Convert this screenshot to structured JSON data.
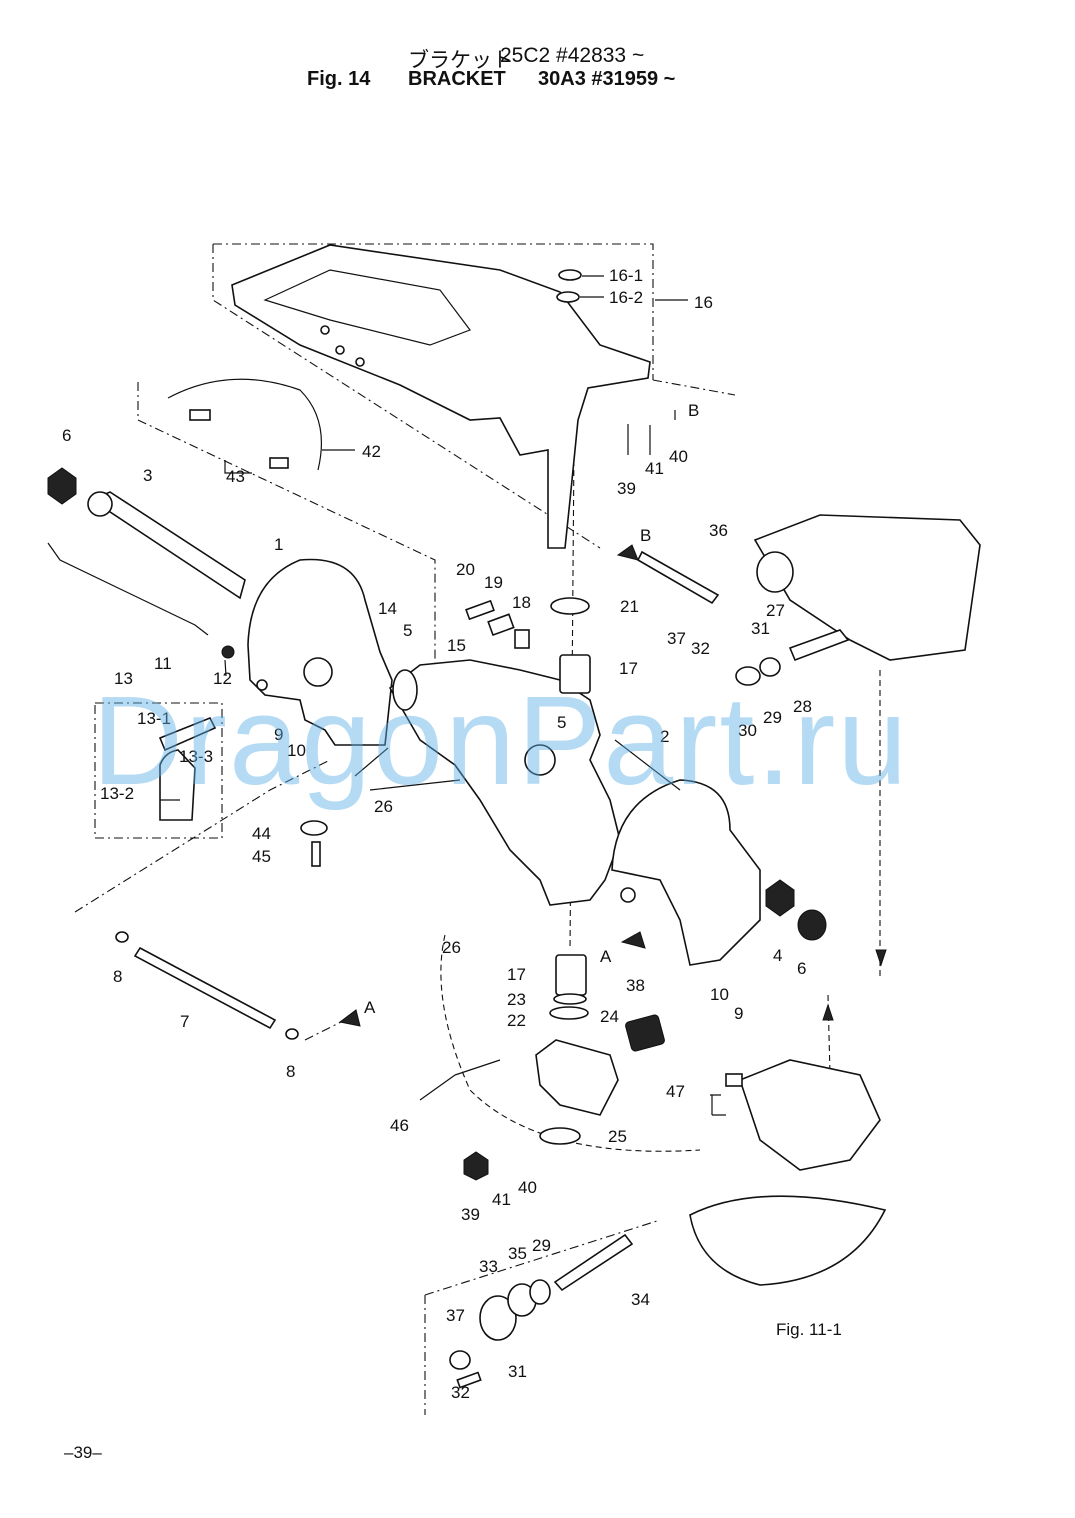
{
  "header": {
    "jp_title": "ブラケット",
    "code1": "25C2 #42833 ~",
    "fig": "Fig. 14",
    "en_title": "BRACKET",
    "code2": "30A3 #31959 ~"
  },
  "page_number": "–39–",
  "watermark": "DragonPart.ru",
  "ref_label": "Fig. 11-1",
  "view_markers": [
    "A",
    "B",
    "A",
    "B"
  ],
  "callouts": [
    "16-1",
    "16-2",
    "16",
    "6",
    "42",
    "43",
    "40",
    "41",
    "39",
    "B",
    "3",
    "36",
    "1",
    "20",
    "19",
    "18",
    "21",
    "14",
    "5",
    "15",
    "17",
    "27",
    "31",
    "32",
    "37",
    "28",
    "11",
    "12",
    "13",
    "13-1",
    "13-3",
    "13-2",
    "9",
    "10",
    "26",
    "5",
    "2",
    "29",
    "30",
    "44",
    "45",
    "8",
    "7",
    "8",
    "4",
    "6",
    "10",
    "9",
    "26",
    "17",
    "23",
    "22",
    "24",
    "38",
    "46",
    "47",
    "39",
    "41",
    "40",
    "25",
    "33",
    "35",
    "29",
    "37",
    "34",
    "31",
    "32",
    "A",
    "A"
  ]
}
